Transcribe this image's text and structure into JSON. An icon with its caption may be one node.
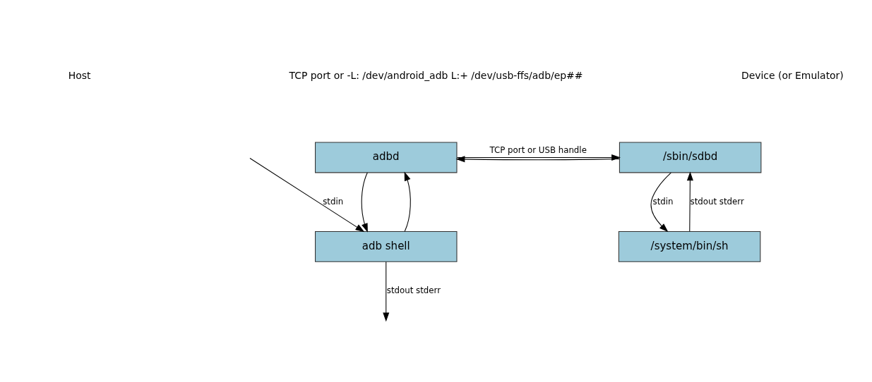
{
  "diagram": {
    "nodes": [
      {
        "text": [
          "adbd"
        ]
      },
      {
        "text": [
          "/sbin/sdbd"
        ]
      },
      {
        "text": [
          "adb shell"
        ]
      },
      {
        "text": [
          "/system/bin/sh"
        ]
      }
    ],
    "edges": [
      {
        "from": 0,
        "to": 1,
        "arrow": "to",
        "label": "TCP port or USB handle"
      },
      {
        "from": 1,
        "to": 0,
        "arrow": "to"
      },
      {
        "from": 2,
        "to": 0,
        "arrow": "to"
      },
      {
        "from": 0,
        "to": 2,
        "arrow": "to"
      },
      {
        "from": 3,
        "to": 1,
        "arrow": "to",
        "label": "stdout stderr"
      },
      {
        "from": 1,
        "to": 3,
        "arrow": "to",
        "label": "stdin"
      },
      {
        "from": null,
        "to": 2,
        "arrow": "to",
        "label": "stdin"
      },
      {
        "from": 2,
        "to": null,
        "arrow": "to",
        "label": "stdout stderr"
      }
    ],
    "labels": [
      "Host",
      "TCP port or -L: /dev/android_adb L:+ /dev/usb-ffs/adb/ep##",
      "Device (or Emulator)"
    ]
  }
}
